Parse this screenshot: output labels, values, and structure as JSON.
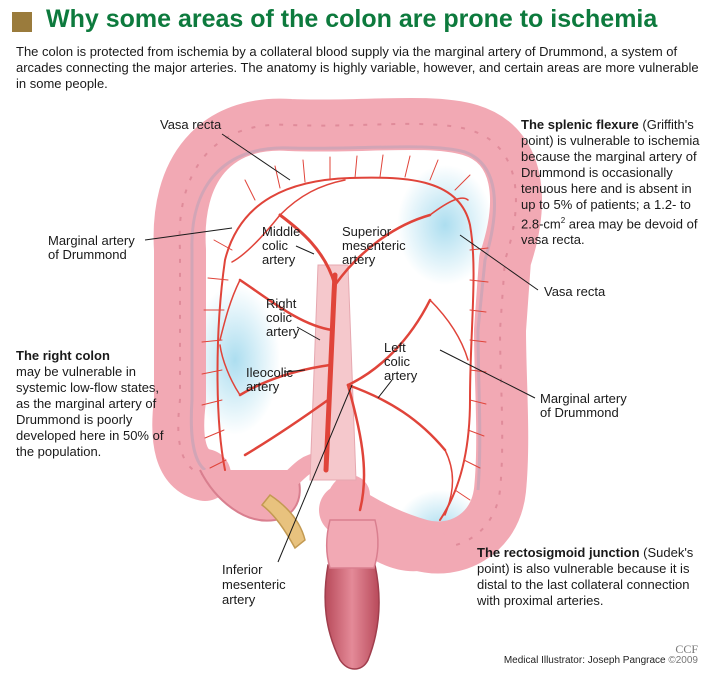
{
  "title": "Why some areas of the colon are prone to ischemia",
  "intro": "The colon is protected from ischemia by a collateral blood supply via the marginal artery of Drummond, a system of arcades connecting the major arteries. The anatomy is highly variable, however, and certain areas are more vulnerable in some people.",
  "labels": {
    "vasa_recta_top": "Vasa recta",
    "marginal_artery_left_1": "Marginal artery",
    "marginal_artery_left_2": "of Drummond",
    "middle_colic_1": "Middle",
    "middle_colic_2": "colic",
    "middle_colic_3": "artery",
    "superior_mesenteric_1": "Superior",
    "superior_mesenteric_2": "mesenteric",
    "superior_mesenteric_3": "artery",
    "right_colic_1": "Right",
    "right_colic_2": "colic",
    "right_colic_3": "artery",
    "ileocolic_1": "Ileocolic",
    "ileocolic_2": "artery",
    "left_colic_1": "Left",
    "left_colic_2": "colic",
    "left_colic_3": "artery",
    "vasa_recta_right": "Vasa recta",
    "marginal_artery_right_1": "Marginal artery",
    "marginal_artery_right_2": "of Drummond",
    "inferior_mesenteric_1": "Inferior",
    "inferior_mesenteric_2": "mesenteric",
    "inferior_mesenteric_3": "artery"
  },
  "notes": {
    "splenic_bold": "The splenic flexure",
    "splenic_text": " (Griffith's point) is vulnerable to ischemia because the marginal artery of Drummond is occasionally tenuous here and is absent in up to 5% of patients; a 1.2- to 2.8-cm",
    "splenic_sup": "2",
    "splenic_tail": " area may be devoid of vasa recta.",
    "right_colon_bold": "The right colon",
    "right_colon_text": "may be vulnerable in systemic low-flow states, as the marginal artery of Drummond is poorly developed here in 50% of the population.",
    "rectosigmoid_bold": "The rectosigmoid junction",
    "rectosigmoid_text": " (Sudek's point) is also vulnerable because it is distal to the last collateral connection with proximal arteries."
  },
  "credit": "Medical Illustrator: Joseph Pangrace",
  "copyright": "©2009",
  "logo": "CCF",
  "colors": {
    "title": "#0d7a3d",
    "title_square": "#9a7b3c",
    "colon": "#f2a9b4",
    "colon_dark": "#d97f8f",
    "artery": "#e0443a",
    "ischemia_glow": "#a8dcef"
  }
}
